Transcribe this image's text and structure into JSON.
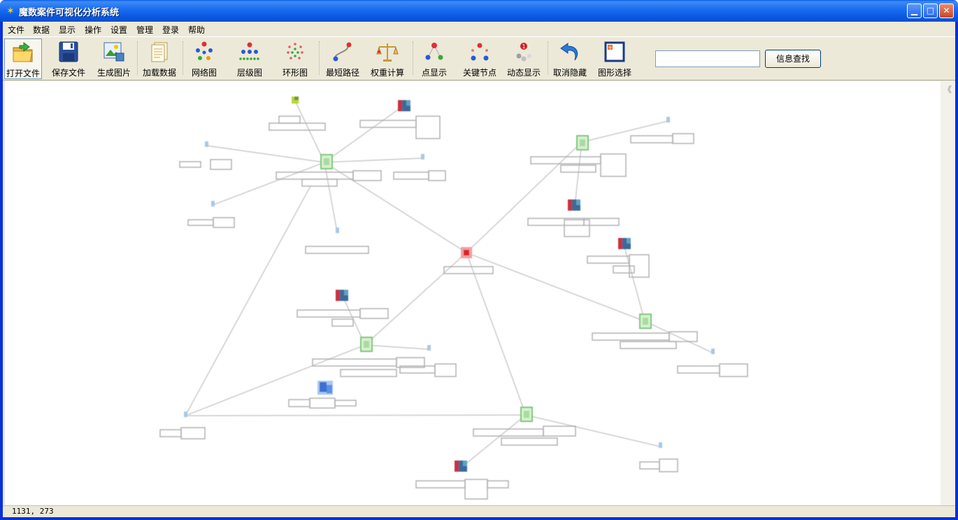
{
  "window": {
    "title": "魔数案件可视化分析系统",
    "title_icon": "star-person-icon",
    "controls": [
      "minimize-icon",
      "maximize-icon",
      "close-icon"
    ]
  },
  "menu": {
    "items": [
      "文件",
      "数据",
      "显示",
      "操作",
      "设置",
      "管理",
      "登录",
      "帮助"
    ]
  },
  "toolbar": {
    "tools": [
      {
        "label": "打开文件",
        "icon": "open-folder-icon",
        "active": true
      },
      {
        "label": "保存文件",
        "icon": "floppy-save-icon"
      },
      {
        "label": "生成图片",
        "icon": "image-export-icon"
      },
      {
        "label": "加载数据",
        "icon": "document-load-icon"
      },
      {
        "label": "网络图",
        "icon": "network-graph-icon"
      },
      {
        "label": "层级图",
        "icon": "hierarchy-graph-icon"
      },
      {
        "label": "环形图",
        "icon": "ring-graph-icon"
      },
      {
        "label": "最短路径",
        "icon": "shortest-path-icon"
      },
      {
        "label": "权重计算",
        "icon": "scale-weight-icon"
      },
      {
        "label": "点显示",
        "icon": "point-display-icon"
      },
      {
        "label": "关键节点",
        "icon": "key-node-icon"
      },
      {
        "label": "动态显示",
        "icon": "dynamic-display-icon"
      },
      {
        "label": "取消隐藏",
        "icon": "undo-arrow-icon"
      },
      {
        "label": "图形选择",
        "icon": "shape-select-icon"
      }
    ],
    "search": {
      "value": "",
      "placeholder": "",
      "button_label": "信息查找"
    }
  },
  "colors": {
    "titlebar": "#0a5fe6",
    "frame": "#ece9d8",
    "node_green": "#8fd18a",
    "node_blue": "#a8c8e8",
    "node_red": "#e03030",
    "node_mosaic": "#5a3a8a"
  },
  "status": {
    "coords": "1131, 273"
  }
}
